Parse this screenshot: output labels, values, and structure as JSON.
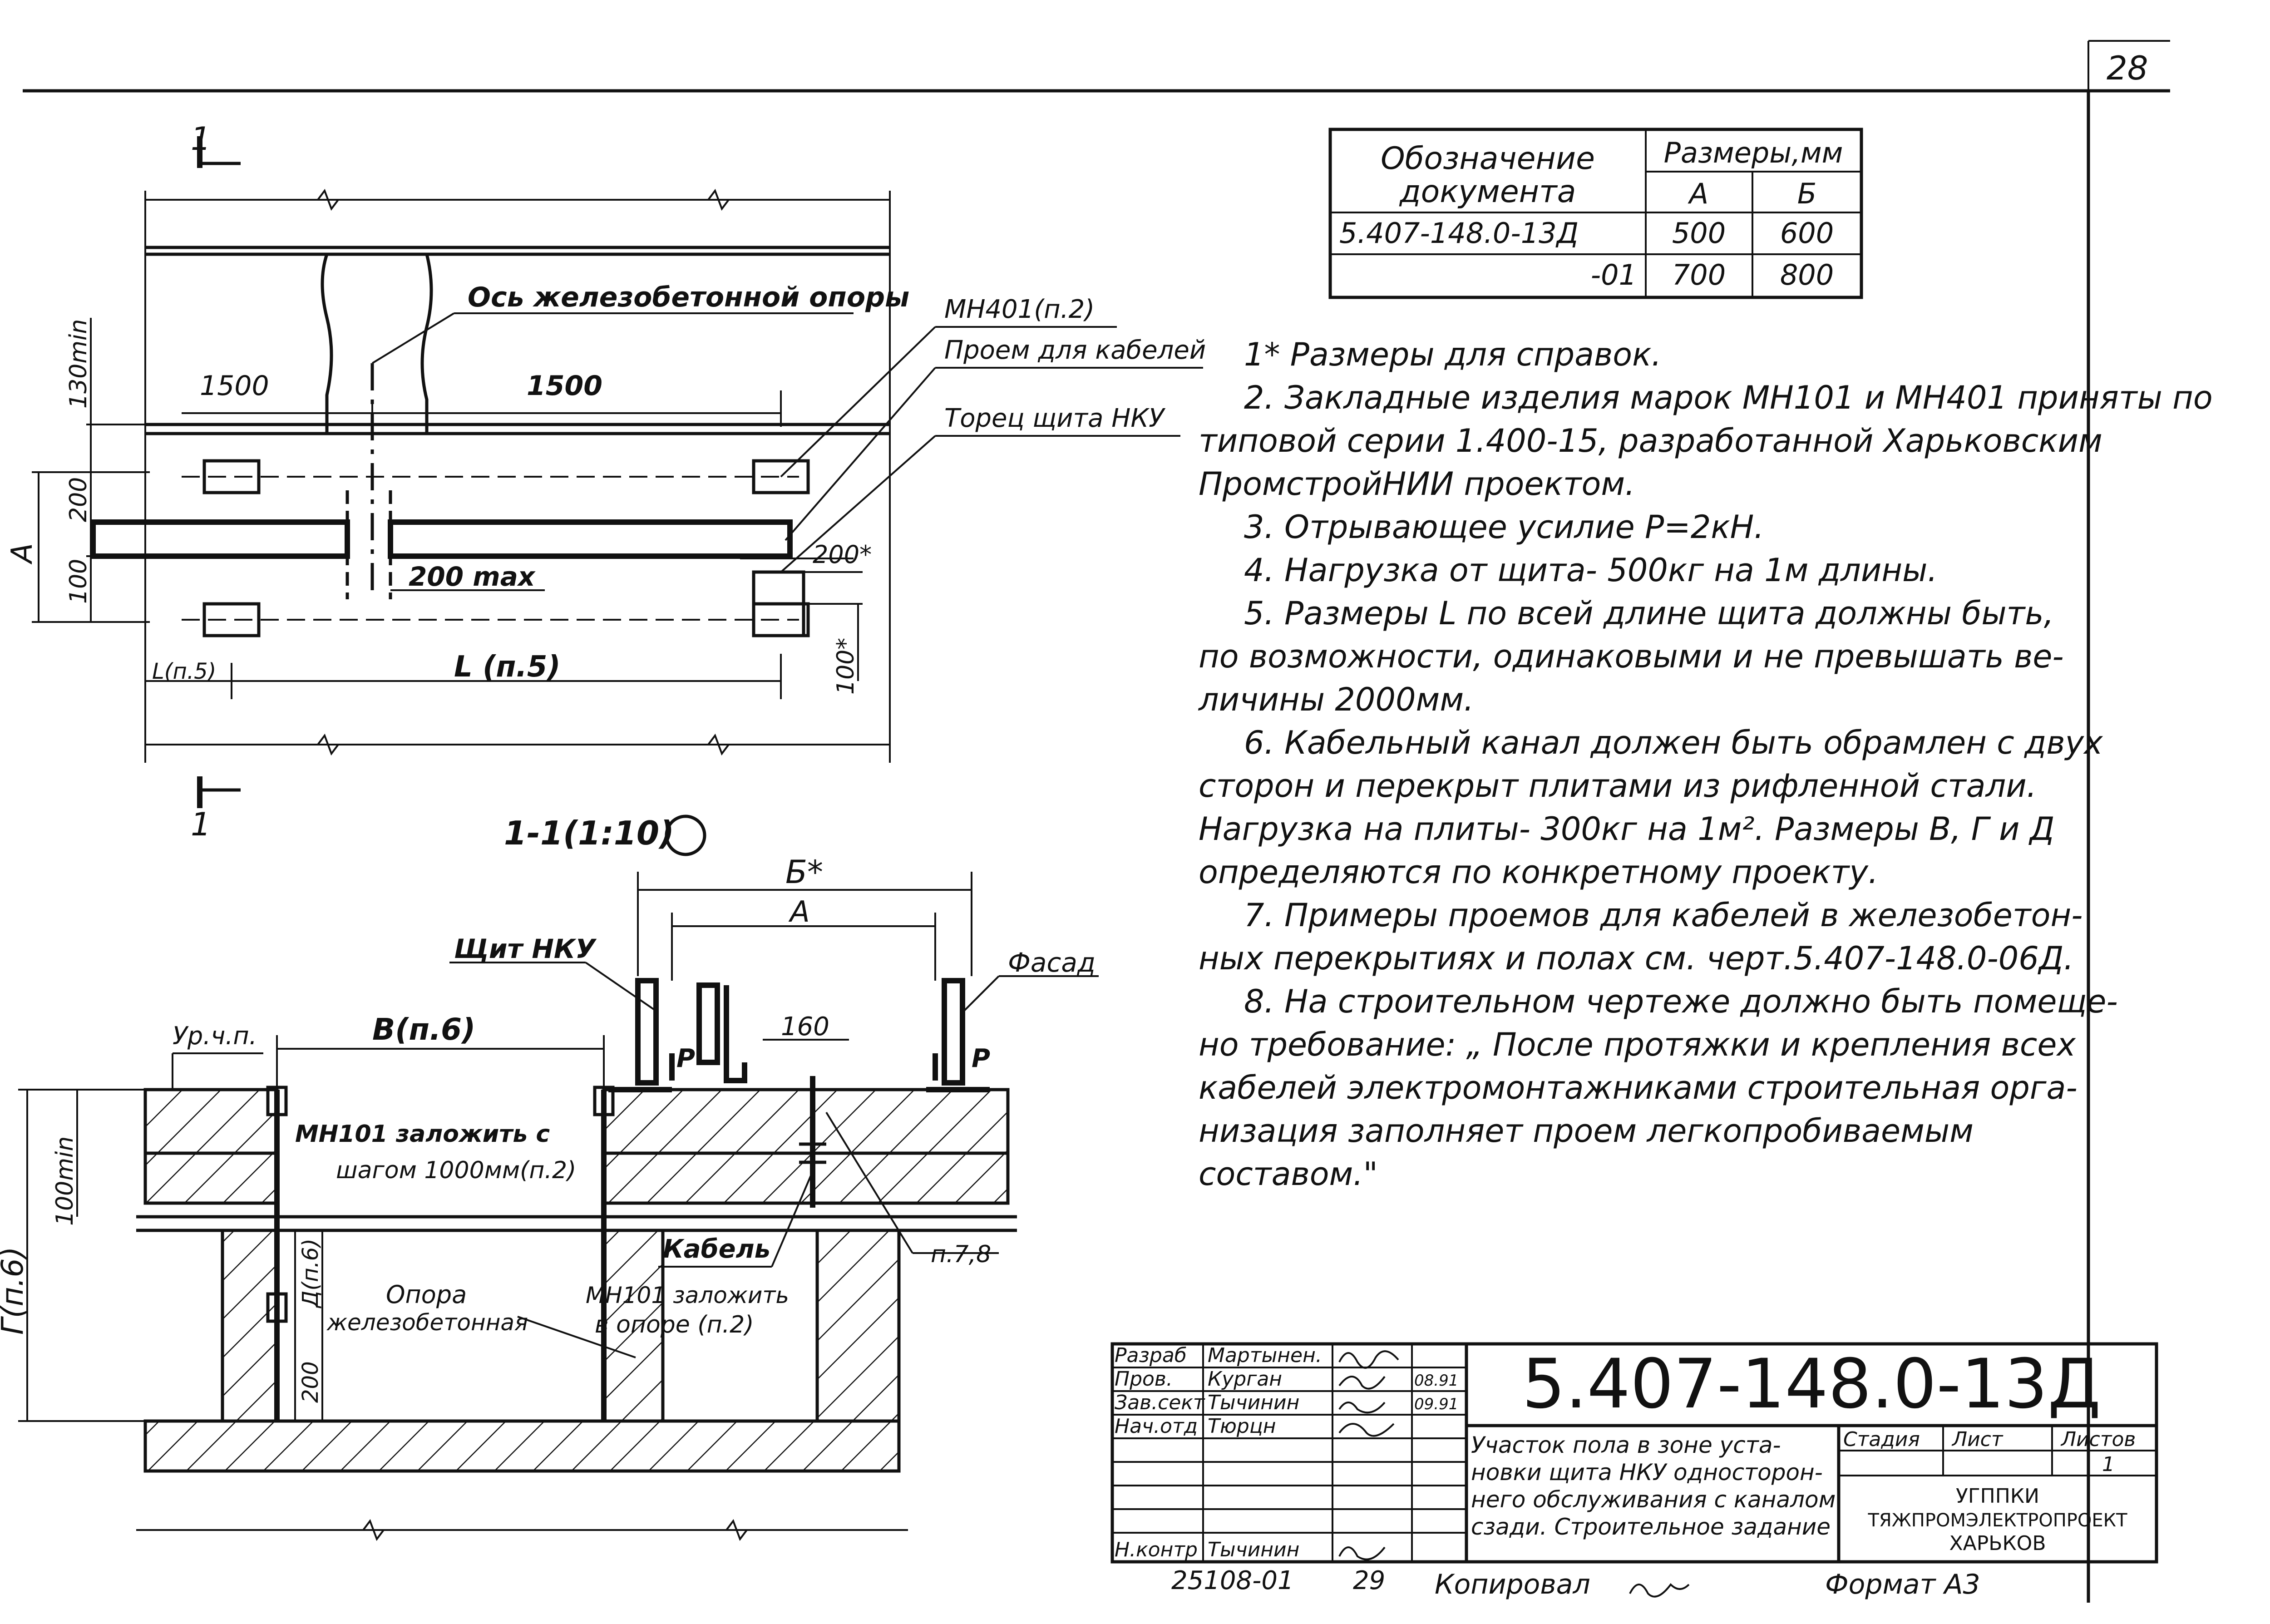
{
  "sheet_number": "28",
  "spec_table": {
    "col_doc_header": [
      "Обозначение",
      "документа"
    ],
    "col_size_header": "Размеры,мм",
    "col_a": "А",
    "col_b": "Б",
    "rows": [
      {
        "doc": "5.407-148.0-13Д",
        "a": "500",
        "b": "600"
      },
      {
        "doc": "-01",
        "a": "700",
        "b": "800"
      }
    ]
  },
  "notes": [
    "1* Размеры для справок.",
    "2. Закладные изделия марок МН101 и МН401 приняты по",
    "типовой серии 1.400-15, разработанной Харьковским",
    "ПромстройНИИ проектом.",
    "3. Отрывающее усилие  Р=2кН.",
    "4. Нагрузка от щита- 500кг на 1м длины.",
    "5. Размеры L по всей длине щита должны быть,",
    "по возможности, одинаковыми и не превышать ве-",
    "личины 2000мм.",
    "6. Кабельный канал должен быть обрамлен с двух",
    "сторон и перекрыт плитами из рифленной стали.",
    "Нагрузка на плиты- 300кг на 1м². Размеры В, Г и Д",
    "определяются по конкретному проекту.",
    "7. Примеры проемов для кабелей в железобетон-",
    "ных перекрытиях и полах см. черт.5.407-148.0-06Д.",
    "8. На строительном чертеже должно быть помеще-",
    "но требование: „ После протяжки и крепления всех",
    "кабелей электромонтажниками строительная орга-",
    "низация заполняет проем легкопробиваемым",
    "составом.\""
  ],
  "plan_view": {
    "section_mark": "1",
    "dim_1500_left": "1500",
    "dim_1500_right": "1500",
    "dim_130min": "130min",
    "dim_a": "A",
    "dim_200": "200",
    "dim_100": "100",
    "dim_200max": "200 max",
    "dim_200star": "200*",
    "dim_100star": "100*",
    "dim_l_small": "L(п.5)",
    "dim_l": "L (п.5)",
    "label_axis": "Ось железобетонной опоры",
    "label_mn401": "МН401(п.2)",
    "label_opening": "Проем для кабелей",
    "label_face": "Торец щита НКУ"
  },
  "section_view": {
    "title": "1-1(1:10)",
    "dim_b_star": "Б*",
    "dim_a": "А",
    "dim_160": "160",
    "dim_v": "В(п.6)",
    "dim_g": "Г(п.6)",
    "dim_d": "Д(п.6)",
    "dim_100min": "100min",
    "dim_200": "200",
    "label_panel": "Щит НКУ",
    "label_facade": "Фасад",
    "label_floor": "Ур.ч.п.",
    "label_p1": "Р",
    "label_p2": "Р",
    "label_mn101_line1": "МН101 заложить с",
    "label_mn101_line2": "шагом 1000мм(п.2)",
    "label_cable": "Кабель",
    "label_note78": "п.7,8",
    "label_support_line1": "Опора",
    "label_support_line2": "железобетонная",
    "label_mn101b_line1": "МН101 заложить",
    "label_mn101b_line2": "в опоре (п.2)"
  },
  "title_block": {
    "roles": [
      "Разраб",
      "Пров.",
      "Зав.сект",
      "Нач.отд",
      "",
      "",
      "Н.контр"
    ],
    "names": [
      "Мартынен.",
      "Курган",
      "Тычинин",
      "Тюрцн",
      "",
      "",
      "Тычинин"
    ],
    "dates": [
      "",
      "08.91",
      "09.91",
      "",
      "",
      "",
      ""
    ],
    "designation": "5.407-148.0-13Д",
    "title_lines": [
      "Участок пола в зоне уста-",
      "новки щита НКУ односторон-",
      "него обслуживания с каналом",
      "сзади. Строительное задание"
    ],
    "stage_label": "Стадия",
    "sheet_label": "Лист",
    "sheets_label": "Листов",
    "sheets_value": "1",
    "org_lines": [
      "УГППКИ",
      "ТЯЖПРОМЭЛЕКТРОПРОЕКТ",
      "ХАРЬКОВ"
    ]
  },
  "footer": {
    "inventory": "25108-01",
    "page": "29",
    "copied_label": "Копировал",
    "format_label": "Формат А3"
  }
}
